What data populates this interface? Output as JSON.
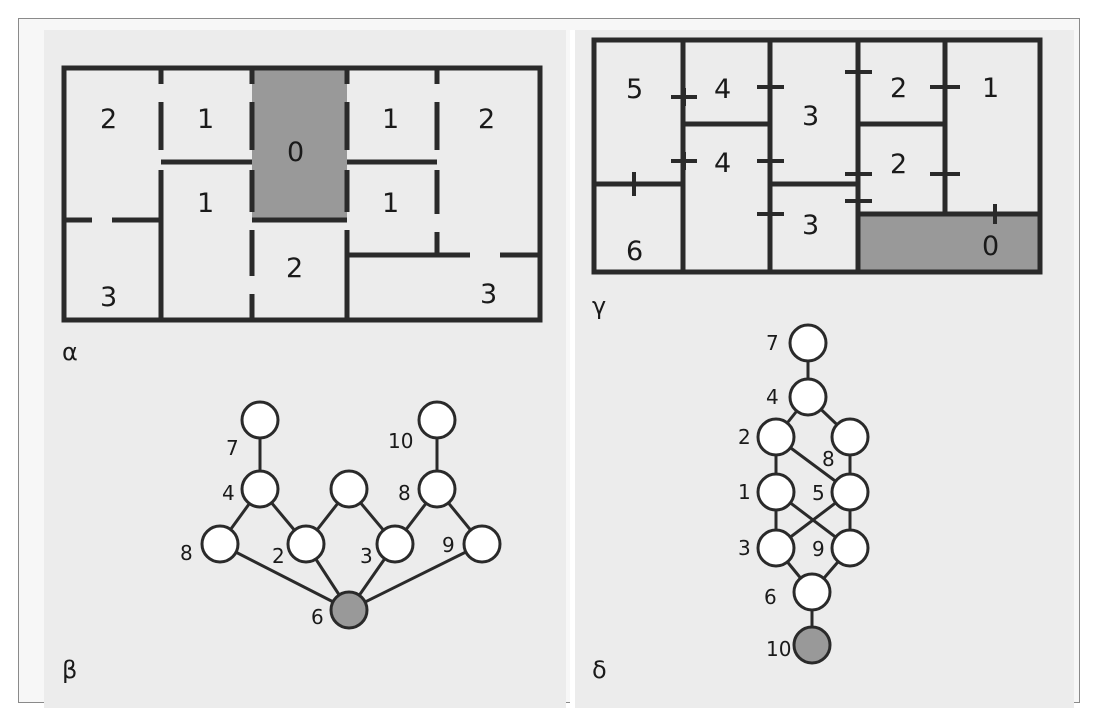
{
  "colors": {
    "wall": "#2a2a2a",
    "node_fill": "#ffffff",
    "shaded": "#999999",
    "panel_bg": "#ececec"
  },
  "plan_a": {
    "label": "α",
    "cells": [
      "2",
      "1",
      "0",
      "1",
      "2",
      "1",
      "1",
      "3",
      "2",
      "3"
    ]
  },
  "graph_b": {
    "label": "β",
    "nodes": [
      "7",
      "4",
      "8",
      "2",
      "10",
      "8",
      "3",
      "9",
      "6"
    ]
  },
  "plan_c": {
    "label": "γ",
    "cells": [
      "5",
      "4",
      "3",
      "2",
      "1",
      "4",
      "2",
      "6",
      "3",
      "0"
    ]
  },
  "graph_d": {
    "label": "δ",
    "nodes": [
      "7",
      "4",
      "2",
      "8",
      "1",
      "5",
      "3",
      "9",
      "6",
      "10"
    ]
  }
}
